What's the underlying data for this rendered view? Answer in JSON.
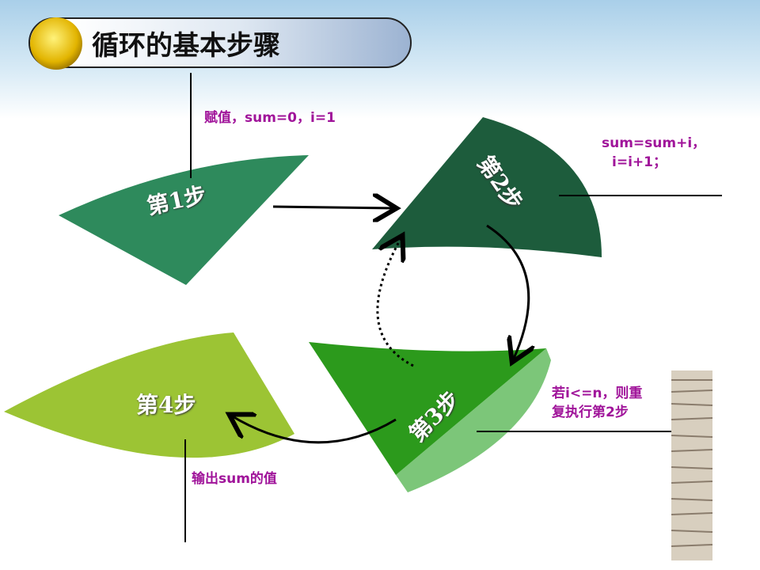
{
  "title": "循环的基本步骤",
  "steps": [
    {
      "label": "第1步",
      "note": "赋值，sum=0，i=1",
      "color": "#2e8a5c"
    },
    {
      "label": "第2步",
      "note_line1": "sum=sum+i，",
      "note_line2": "i=i+1；",
      "color": "#1d5c3c"
    },
    {
      "label": "第3步",
      "note_line1": "若i<=n，则重",
      "note_line2": "复执行第2步",
      "color": "#2c9a1c"
    },
    {
      "label": "第4步",
      "note": "输出sum的值",
      "color": "#9cc434"
    }
  ],
  "colors": {
    "label_text": "#a0149a"
  }
}
